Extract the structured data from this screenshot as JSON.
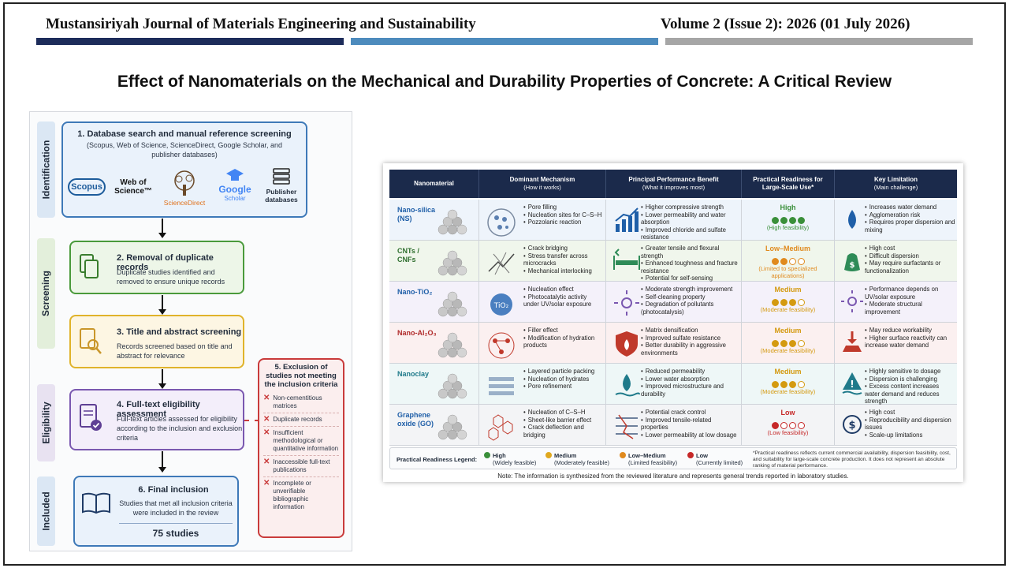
{
  "header": {
    "journal": "Mustansiriyah Journal of Materials Engineering and Sustainability",
    "volume": "Volume 2 (Issue 2): 2026 (01 July 2026)",
    "bar_colors": [
      "#1d2c5a",
      "#4d8bbd",
      "#a6a6a6"
    ]
  },
  "article": {
    "title": "Effect of Nanomaterials on the Mechanical and Durability Properties of Concrete: A Critical Review"
  },
  "flowchart": {
    "stages": [
      "Identification",
      "Screening",
      "Eligibility",
      "Included"
    ],
    "step1": {
      "title": "1. Database search and manual reference screening",
      "text": "(Scopus, Web of Science, ScienceDirect, Google Scholar, and publisher databases)",
      "logos": {
        "scopus": "Scopus",
        "wos": "Web of Science™",
        "sd": "ScienceDirect",
        "google": "Google",
        "scholar": "Scholar",
        "publisher": "Publisher databases"
      }
    },
    "step2": {
      "title": "2. Removal of duplicate records",
      "text": "Duplicate studies identified and removed to ensure unique records"
    },
    "step3": {
      "title": "3. Title and abstract screening",
      "text": "Records screened based on title and abstract for relevance"
    },
    "step4": {
      "title": "4. Full-text eligibility assessment",
      "text": "Full-text articles assessed for eligibility according to the inclusion and exclusion criteria"
    },
    "step6": {
      "title": "6. Final inclusion",
      "text": "Studies that met all inclusion criteria were included in the review",
      "count": "75 studies"
    },
    "exclusion": {
      "title": "5. Exclusion of studies not meeting the inclusion criteria",
      "items": [
        "Non-cementitious matrices",
        "Duplicate records",
        "Insufficient methodological or quantitative information",
        "Inaccessible full-text publications",
        "Incomplete or unverifiable bibliographic information"
      ]
    }
  },
  "table": {
    "headers": [
      {
        "title": "Nanomaterial",
        "sub": ""
      },
      {
        "title": "Dominant Mechanism",
        "sub": "(How it works)"
      },
      {
        "title": "Principal Performance Benefit",
        "sub": "(What it improves most)"
      },
      {
        "title": "Practical Readiness for",
        "sub": "Large-Scale Use*"
      },
      {
        "title": "Key Limitation",
        "sub": "(Main challenge)"
      }
    ],
    "rows": [
      {
        "name": "Nano-silica (NS)",
        "name_color": "#1f5fa8",
        "bg": "#eef4fb",
        "mechanism": [
          "Pore filling",
          "Nucleation sites for C–S–H",
          "Pozzolanic reaction"
        ],
        "benefit": [
          "Higher compressive strength",
          "Lower permeability and water absorption",
          "Improved chloride and sulfate resistance"
        ],
        "readiness": "High",
        "readiness_color": "#3a8f3a",
        "filled": 4,
        "readiness_note": "(High feasibility)",
        "limitation": [
          "Increases water demand",
          "Agglomeration risk",
          "Requires proper dispersion and mixing"
        ]
      },
      {
        "name": "CNTs / CNFs",
        "name_color": "#2e6e2e",
        "bg": "#f0f6ec",
        "mechanism": [
          "Crack bridging",
          "Stress transfer across microcracks",
          "Mechanical interlocking"
        ],
        "benefit": [
          "Greater tensile and flexural strength",
          "Enhanced toughness and fracture resistance",
          "Potential for self-sensing"
        ],
        "readiness": "Low–Medium",
        "readiness_color": "#e08a1e",
        "filled": 2,
        "readiness_note": "(Limited to specialized applications)",
        "limitation": [
          "High cost",
          "Difficult dispersion",
          "May require surfactants or functionalization"
        ]
      },
      {
        "name": "Nano-TiO₂",
        "name_color": "#1f5fa8",
        "bg": "#f4f1fa",
        "mechanism": [
          "Nucleation effect",
          "Photocatalytic activity under UV/solar exposure"
        ],
        "benefit": [
          "Moderate strength improvement",
          "Self-cleaning property",
          "Degradation of pollutants (photocatalysis)"
        ],
        "readiness": "Medium",
        "readiness_color": "#d49a10",
        "filled": 3,
        "readiness_note": "(Moderate feasibility)",
        "limitation": [
          "Performance depends on UV/solar exposure",
          "Moderate structural improvement"
        ]
      },
      {
        "name": "Nano-Al₂O₃",
        "name_color": "#b02a2a",
        "bg": "#fbf0f0",
        "mechanism": [
          "Filler effect",
          "Modification of hydration products"
        ],
        "benefit": [
          "Matrix densification",
          "Improved sulfate resistance",
          "Better durability in aggressive environments"
        ],
        "readiness": "Medium",
        "readiness_color": "#d49a10",
        "filled": 3,
        "readiness_note": "(Moderate feasibility)",
        "limitation": [
          "May reduce workability",
          "Higher surface reactivity can increase water demand"
        ]
      },
      {
        "name": "Nanoclay",
        "name_color": "#1f7a8a",
        "bg": "#eef7f7",
        "mechanism": [
          "Layered particle packing",
          "Nucleation of hydrates",
          "Pore refinement"
        ],
        "benefit": [
          "Reduced permeability",
          "Lower water absorption",
          "Improved microstructure and durability"
        ],
        "readiness": "Medium",
        "readiness_color": "#d49a10",
        "filled": 3,
        "readiness_note": "(Moderate feasibility)",
        "limitation": [
          "Highly sensitive to dosage",
          "Dispersion is challenging",
          "Excess content increases water demand and reduces strength"
        ]
      },
      {
        "name": "Graphene oxide (GO)",
        "name_color": "#1f5fa8",
        "bg": "#f3f4f6",
        "mechanism": [
          "Nucleation of C–S–H",
          "Sheet-like barrier effect",
          "Crack deflection and bridging"
        ],
        "benefit": [
          "Potential crack control",
          "Improved tensile-related properties",
          "Lower permeability at low dosage"
        ],
        "readiness": "Low",
        "readiness_color": "#c62828",
        "filled": 1,
        "readiness_note": "(Low feasibility)",
        "limitation": [
          "High cost",
          "Reproducibility and dispersion issues",
          "Scale-up limitations"
        ]
      }
    ],
    "legend": {
      "title": "Practical Readiness Legend:",
      "items": [
        {
          "label": "High",
          "note": "(Widely feasible)",
          "color": "#3a8f3a"
        },
        {
          "label": "Medium",
          "note": "(Moderately feasible)",
          "color": "#e0a81e"
        },
        {
          "label": "Low–Medium",
          "note": "(Limited feasibility)",
          "color": "#e08a1e"
        },
        {
          "label": "Low",
          "note": "(Currently limited)",
          "color": "#c62828"
        }
      ],
      "footnote": "*Practical readiness reflects current commercial availability, dispersion feasibility, cost, and suitability for large-scale concrete production. It does not represent an absolute ranking of material performance."
    },
    "note": "Note: The information is synthesized from the reviewed literature and represents general trends reported in laboratory studies."
  }
}
